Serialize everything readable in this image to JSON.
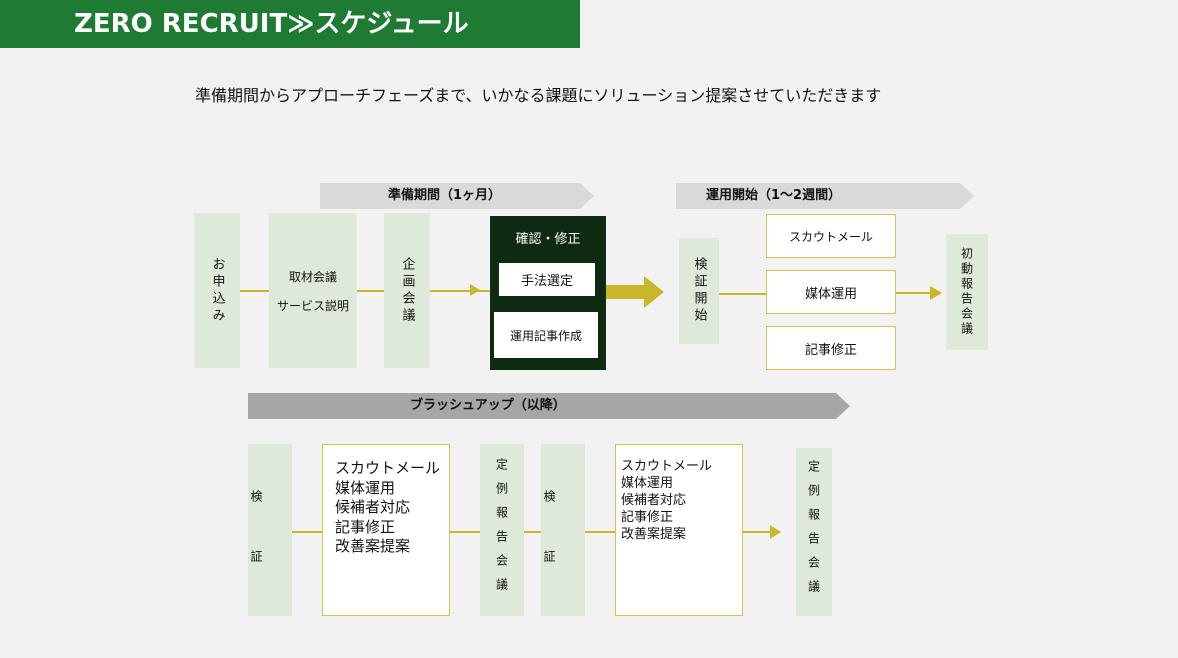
{
  "title": "ZERO RECRUIT≫スケジュール",
  "subtitle": "準備期間からアプローチフェーズまで、いかなる課題にソリューション提案させていただきます",
  "phases": {
    "prep": "準備期間（1ヶ月）",
    "ops": "運用開始（1〜2週間）",
    "brush": "ブラッシュアップ（以降）"
  },
  "flow_top": {
    "apply": "お申込み",
    "interview_line1": "取材会議",
    "interview_line2": "サービス説明",
    "plan": "企画会議",
    "confirm_title": "確認・修正",
    "method": "手法選定",
    "writing": "運用記事作成",
    "verify_start": "検証開始",
    "scout": "スカウトメール",
    "media": "媒体運用",
    "edit": "記事修正",
    "first_report": "初動報告会議"
  },
  "flow_bottom": {
    "verify": "検証",
    "list1": [
      "スカウトメール",
      "媒体運用",
      "候補者対応",
      "記事修正",
      "改善案提案"
    ],
    "regular_report": "定例報告会議",
    "list2": [
      "スカウトメール",
      "媒体運用",
      "候補者対応",
      "記事修正",
      "改善案提案"
    ]
  },
  "colors": {
    "title_bg": "#1f7a34",
    "green_box": "#dfe9d9",
    "arrow_gold": "#c9b72a",
    "dark_panel": "#0e2a10"
  }
}
